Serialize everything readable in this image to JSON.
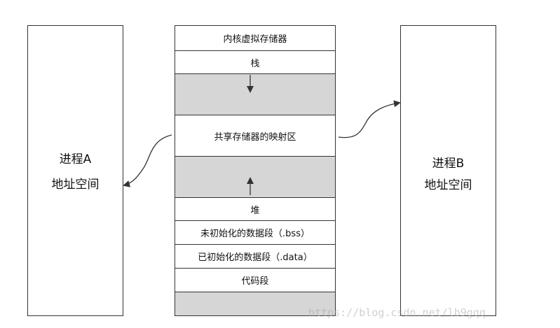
{
  "process_a": {
    "line1": "进程A",
    "line2": "地址空间"
  },
  "process_b": {
    "line1": "进程B",
    "line2": "地址空间"
  },
  "memory_segments": [
    {
      "label": "内核虚拟存储器",
      "shaded": false
    },
    {
      "label": "栈",
      "shaded": false
    },
    {
      "label": "",
      "shaded": true
    },
    {
      "label": "共享存储器的映射区",
      "shaded": false
    },
    {
      "label": "",
      "shaded": true
    },
    {
      "label": "堆",
      "shaded": false
    },
    {
      "label": "未初始化的数据段（.bss）",
      "shaded": false
    },
    {
      "label": "已初始化的数据段（.data）",
      "shaded": false
    },
    {
      "label": "代码段",
      "shaded": false
    },
    {
      "label": "",
      "shaded": true
    }
  ],
  "watermark": "https://blog.csdn.net/lb9gqq",
  "colors": {
    "border": "#333333",
    "shaded": "#d6d6d6",
    "arrow": "#333333"
  }
}
